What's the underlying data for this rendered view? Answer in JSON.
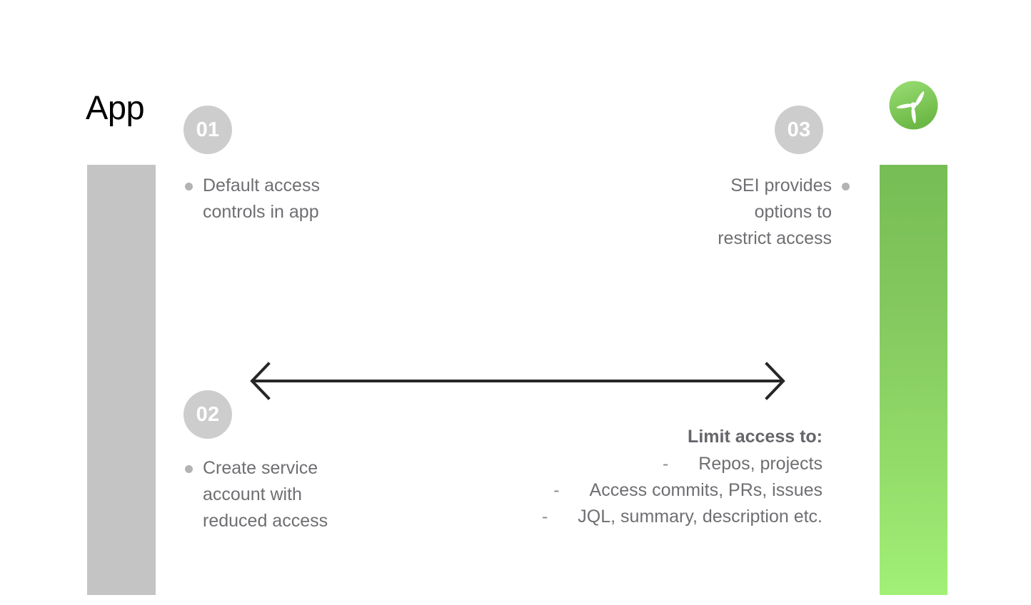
{
  "slide": {
    "title": "App",
    "background_color": "#ffffff",
    "accent_green_top": "#76bd55",
    "accent_green_bottom": "#a2f077",
    "accent_grey": "#c4c4c4",
    "text_color": "#6f6f73"
  },
  "logo": {
    "name": "propeller-logo",
    "circle_color_top": "#8fd96a",
    "circle_color_bottom": "#6fbd4a",
    "blade_color": "#ffffff"
  },
  "bars": {
    "left": {
      "label": "app-column-bar",
      "color": "#c4c4c4"
    },
    "right": {
      "label": "sei-column-bar",
      "color_top": "#76bd55",
      "color_bottom": "#a2f077"
    }
  },
  "steps": [
    {
      "number": "01",
      "bullet": "Default access\ncontrols in app",
      "align": "left"
    },
    {
      "number": "02",
      "bullet": "Create service\naccount with\nreduced access",
      "align": "left"
    },
    {
      "number": "03",
      "bullet": "SEI provides\noptions to\nrestrict access",
      "align": "right"
    }
  ],
  "arrow": {
    "name": "double-headed-arrow",
    "direction": "both",
    "color": "#262626"
  },
  "limit_access": {
    "heading": "Limit access to:",
    "dash": "-",
    "items": [
      "Repos, projects",
      "Access commits, PRs, issues",
      "JQL, summary, description etc."
    ]
  }
}
